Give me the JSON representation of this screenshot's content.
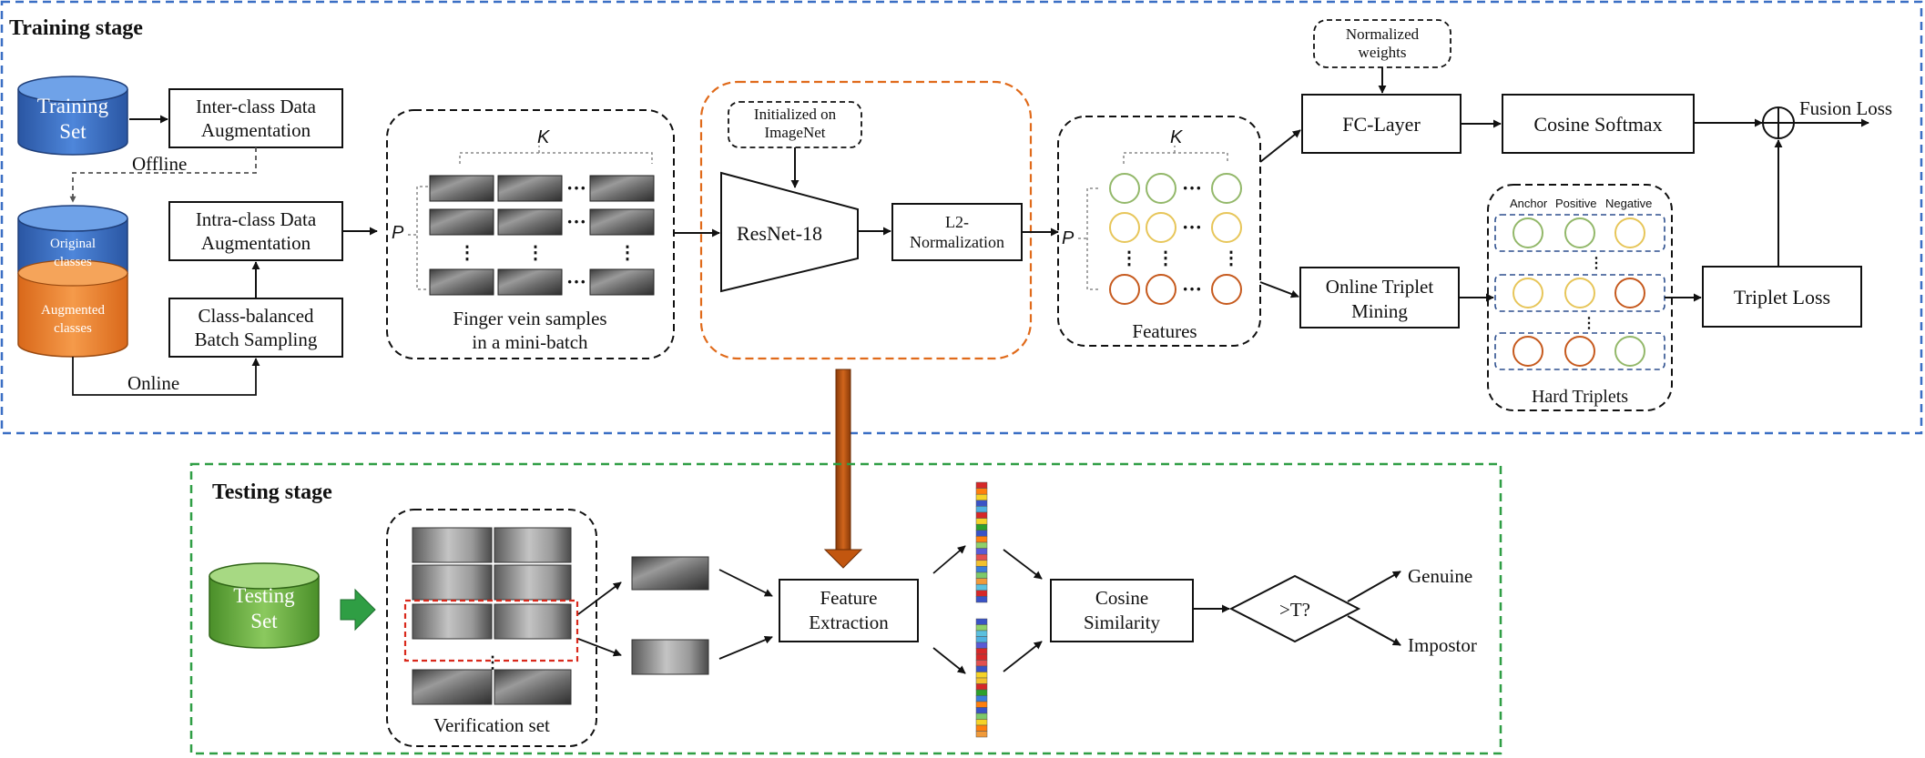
{
  "training": {
    "title": "Training stage",
    "training_set": "Training Set",
    "inter_class": "Inter-class Data Augmentation",
    "offline": "Offline",
    "original_classes": "Original classes",
    "augmented_classes": "Augmented classes",
    "intra_class": "Intra-class Data Augmentation",
    "class_balanced": "Class-balanced Batch Sampling",
    "online": "Online",
    "batch_label": "Finger vein samples in a mini-batch",
    "k": "K",
    "p": "P",
    "ellipsis": "···",
    "vdots": "⋮",
    "initialized": "Initialized on ImageNet",
    "resnet": "ResNet-18",
    "l2": "L2- Normalization",
    "features": "Features",
    "normalized_weights": "Normalized weights",
    "fc_layer": "FC-Layer",
    "cosine_softmax": "Cosine Softmax",
    "fusion_loss": "Fusion Loss",
    "online_triplet": "Online Triplet Mining",
    "anchor": "Anchor",
    "positive": "Positive",
    "negative": "Negative",
    "hard_triplets": "Hard Triplets",
    "triplet_loss": "Triplet Loss"
  },
  "testing": {
    "title": "Testing stage",
    "testing_set": "Testing Set",
    "verification_set": "Verification set",
    "feature_extraction": "Feature Extraction",
    "cosine_similarity": "Cosine Similarity",
    "threshold": ">T?",
    "genuine": "Genuine",
    "impostor": "Impostor"
  },
  "colors": {
    "training_border": "#3b6fc4",
    "testing_border": "#2f9e44",
    "resnet_border": "#e06a1a",
    "blue_cylinder": "#2f63b8",
    "orange_cylinder": "#ea7a25",
    "green_cylinder": "#5aa332",
    "arrow_brown": "#c2560f",
    "circle_green": "#93b86a",
    "circle_yellow": "#e7c65a",
    "circle_orange": "#c65a1e",
    "hard_triplet_border": "#2d4f8e",
    "verification_highlight": "#d9291c"
  },
  "feature_vector_colors": [
    "#d62728",
    "#ff7f0e",
    "#f5d328",
    "#3a53c6",
    "#4fb0e0",
    "#d62728",
    "#f5d328",
    "#2ca02c",
    "#3a53c6",
    "#ff7f0e",
    "#8fd16a",
    "#5a5ad6",
    "#e35050",
    "#f2c12e",
    "#3b7dd8",
    "#7cc96a",
    "#f09a3a",
    "#5bc0de",
    "#d62728",
    "#3a53c6"
  ]
}
